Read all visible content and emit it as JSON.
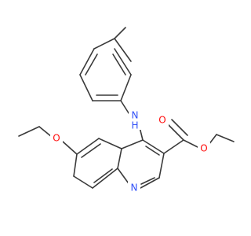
{
  "structure": {
    "description_hidden": "",
    "colors": {
      "bond": "#3a3a3a",
      "nitrogen": "#3050f8",
      "oxygen": "#ff0d0d",
      "background": "#ffffff"
    },
    "labels": {
      "amine_n": "N",
      "amine_h": "H",
      "ring_n": "N",
      "ether_o": "O",
      "carbonyl_o": "O",
      "ester_o": "O"
    }
  }
}
